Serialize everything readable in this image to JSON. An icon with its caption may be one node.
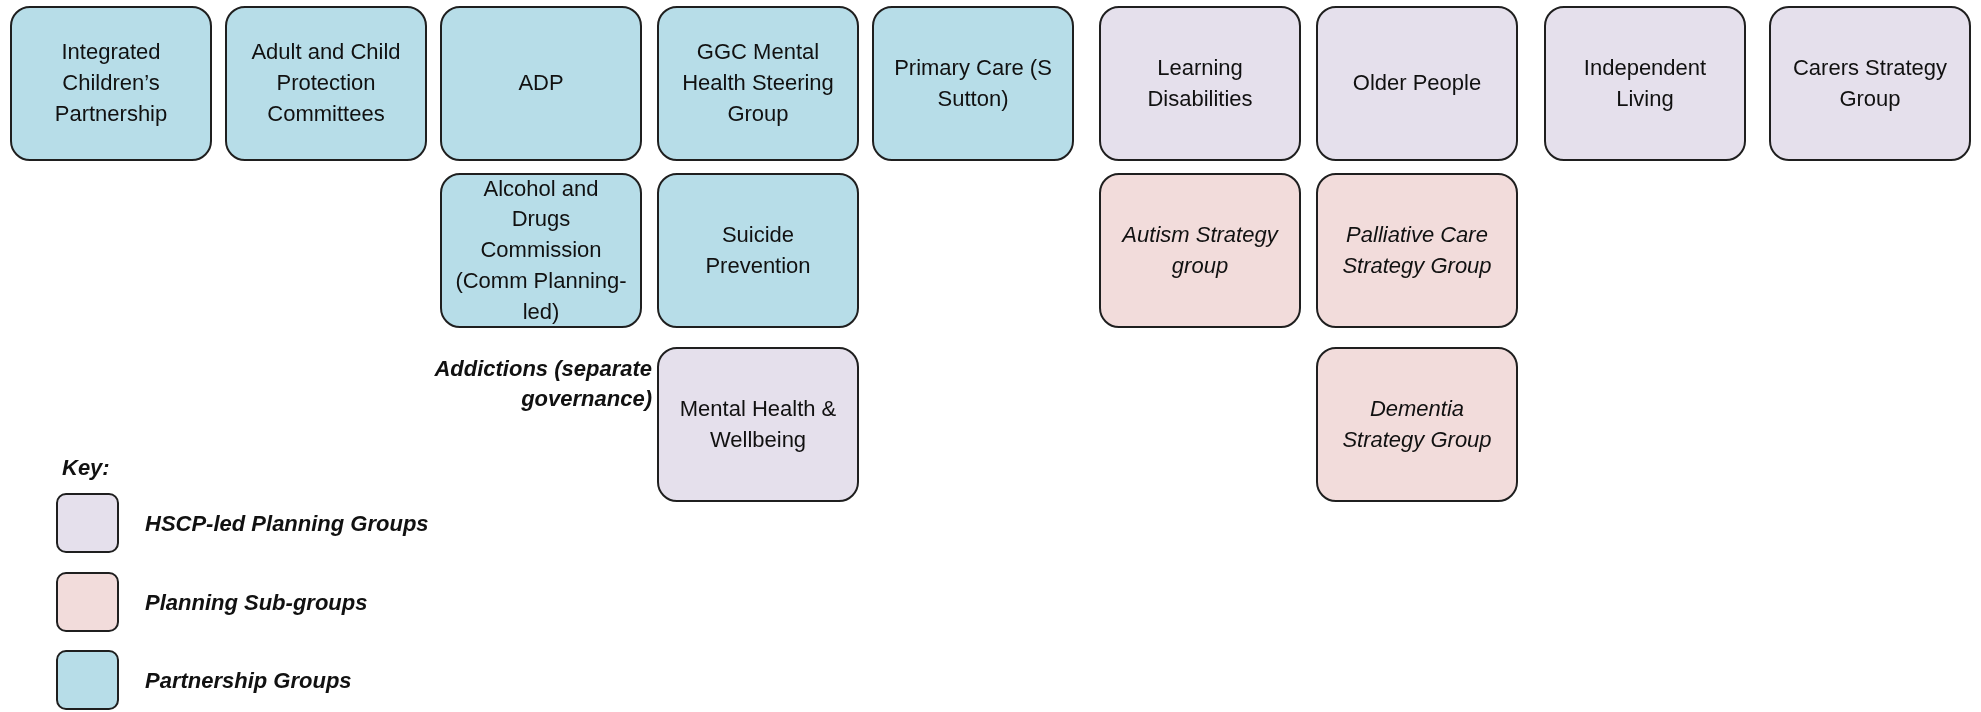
{
  "diagram": {
    "nodes": [
      {
        "text": [
          "Integrated Children’s Partnership"
        ]
      },
      {
        "text": [
          "Adult and Child Protection Committees"
        ]
      },
      {
        "text": [
          "ADP"
        ]
      },
      {
        "text": [
          "GGC Mental Health Steering Group"
        ]
      },
      {
        "text": [
          "Primary Care (S Sutton)"
        ]
      },
      {
        "text": [
          "Learning Disabilities"
        ]
      },
      {
        "text": [
          "Older People"
        ]
      },
      {
        "text": [
          "Independent Living"
        ]
      },
      {
        "text": [
          "Carers Strategy Group"
        ]
      },
      {
        "text": [
          "Alcohol and Drugs Commission (Comm Planning-led)"
        ]
      },
      {
        "text": [
          "Suicide Prevention"
        ]
      },
      {
        "text": [
          "Autism Strategy group"
        ]
      },
      {
        "text": [
          "Palliative Care Strategy Group"
        ]
      },
      {
        "text": [
          "Mental Health & Wellbeing"
        ]
      },
      {
        "text": [
          "Dementia Strategy Group"
        ]
      }
    ],
    "edges": [],
    "labels": [
      "Addictions (separate governance)",
      "Key:"
    ],
    "legend": [
      {
        "text": "HSCP-led Planning Groups",
        "color": "#e5e0ec"
      },
      {
        "text": "Planning Sub-groups",
        "color": "#f2dcdb"
      },
      {
        "text": "Partnership Groups",
        "color": "#b7dde8"
      }
    ]
  }
}
